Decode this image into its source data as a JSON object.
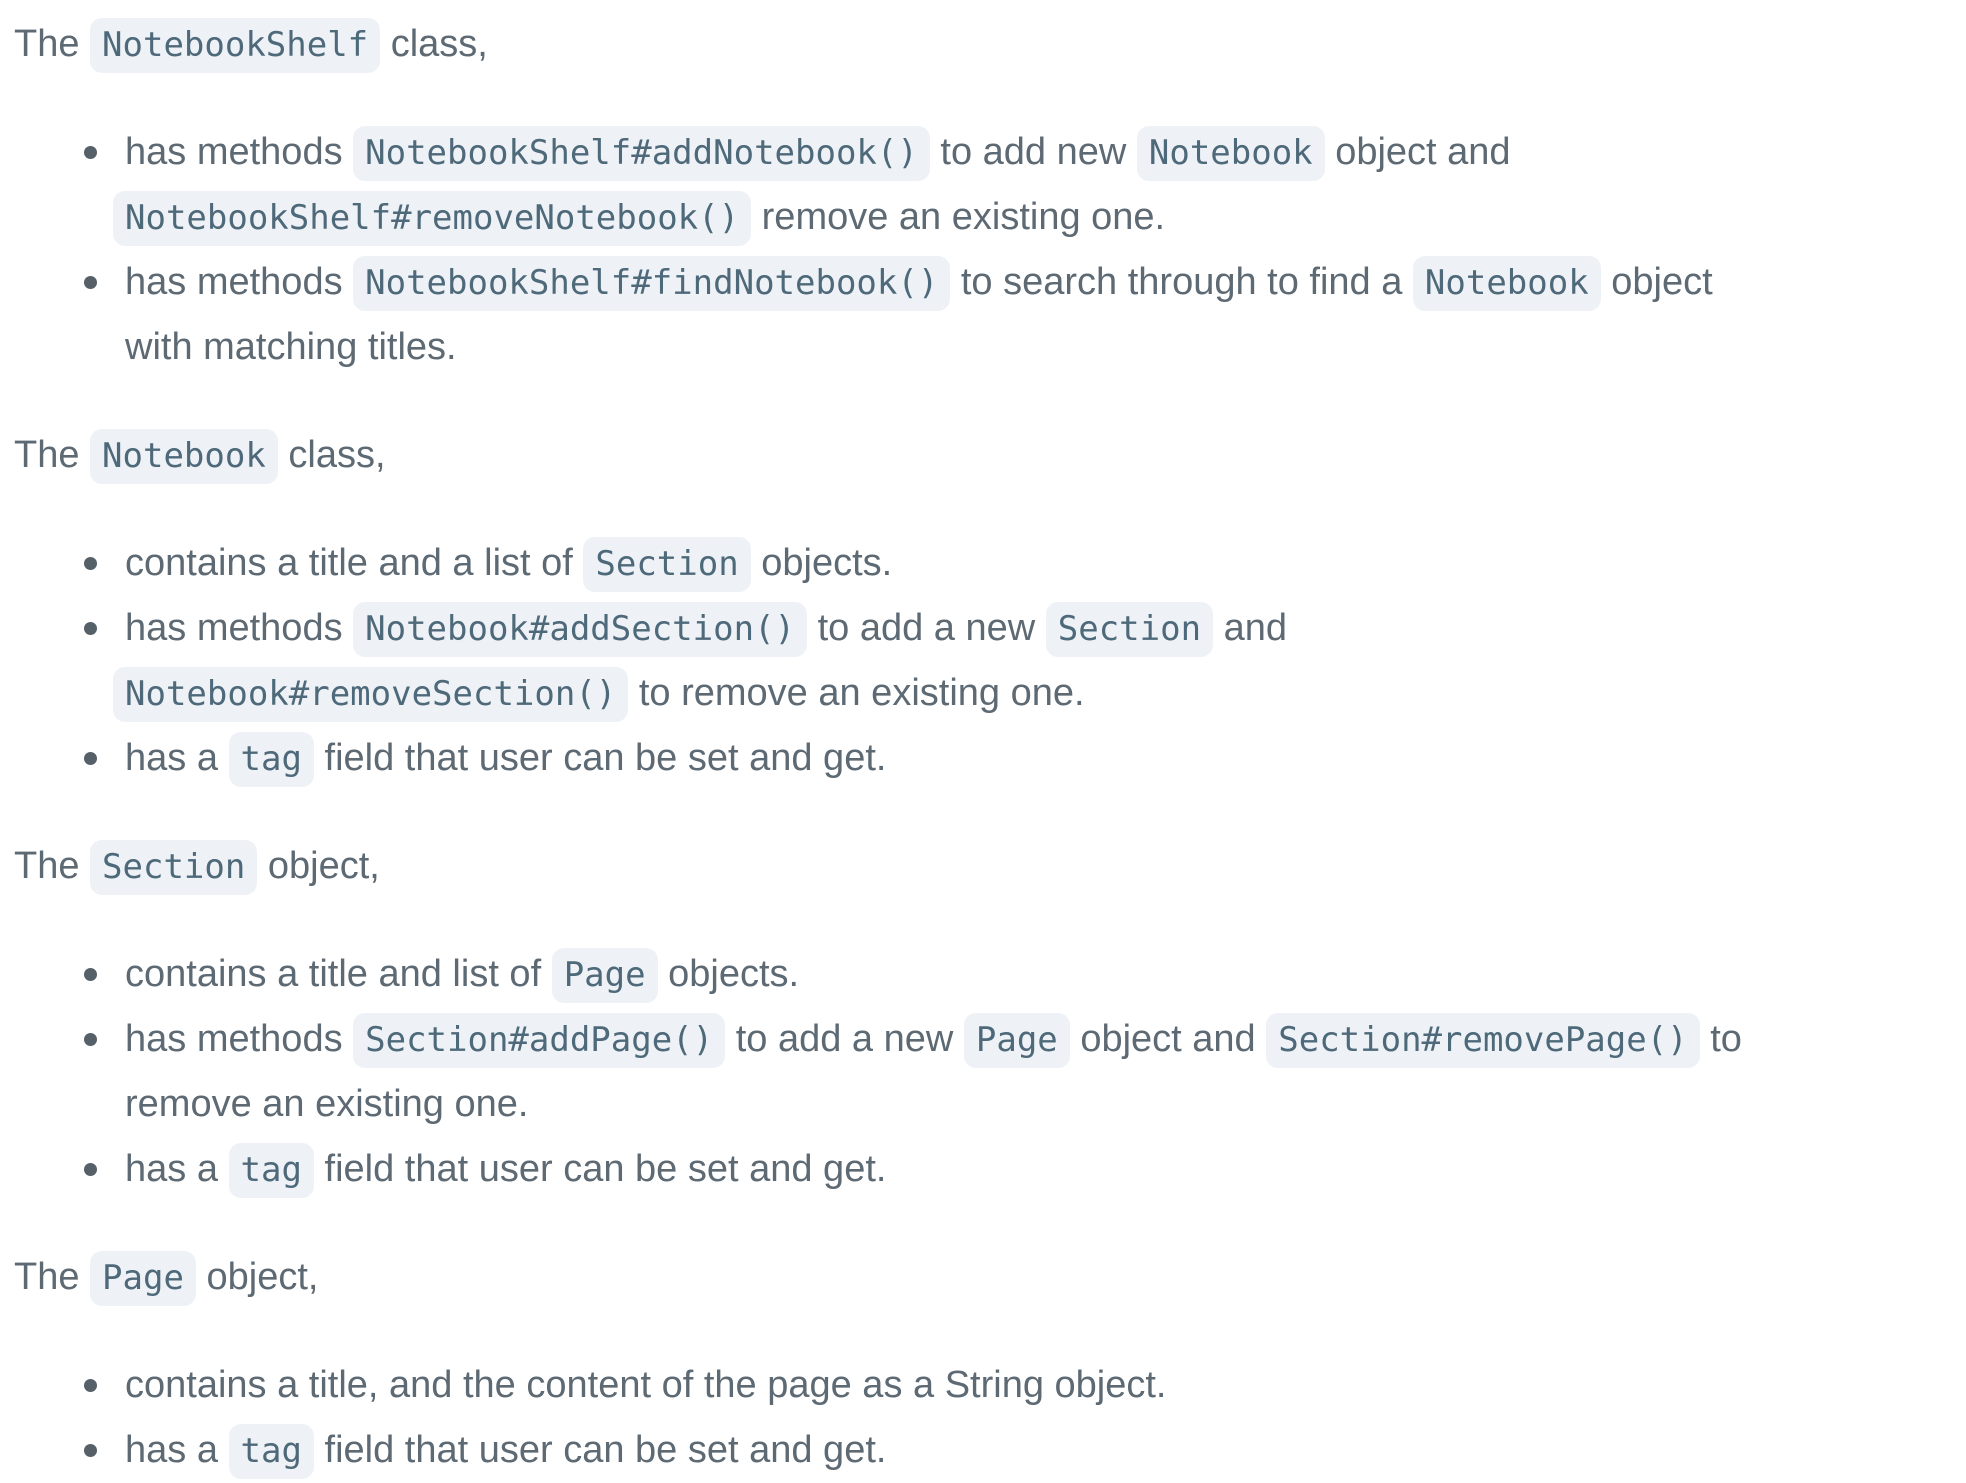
{
  "page": {
    "background": "#ffffff",
    "text_color": "#5d6973",
    "code_text_color": "#4e6979",
    "code_background": "#eef2f7",
    "bullet_color": "#566069",
    "blocks": [
      {
        "intro": [
          {
            "t": "text",
            "v": "The "
          },
          {
            "t": "code",
            "v": "NotebookShelf"
          },
          {
            "t": "text",
            "v": " class,"
          }
        ],
        "items": [
          {
            "lines": [
              [
                {
                  "t": "text",
                  "v": "has methods "
                },
                {
                  "t": "code",
                  "v": "NotebookShelf#addNotebook()"
                },
                {
                  "t": "text",
                  "v": " to add new "
                },
                {
                  "t": "code",
                  "v": "Notebook"
                },
                {
                  "t": "text",
                  "v": " object and"
                }
              ],
              [
                {
                  "t": "code",
                  "v": "NotebookShelf#removeNotebook()"
                },
                {
                  "t": "text",
                  "v": " remove an existing one."
                }
              ]
            ]
          },
          {
            "lines": [
              [
                {
                  "t": "text",
                  "v": "has methods "
                },
                {
                  "t": "code",
                  "v": "NotebookShelf#findNotebook()"
                },
                {
                  "t": "text",
                  "v": " to search through to find a "
                },
                {
                  "t": "code",
                  "v": "Notebook"
                },
                {
                  "t": "text",
                  "v": " object"
                }
              ],
              [
                {
                  "t": "text",
                  "v": "with matching titles."
                }
              ]
            ]
          }
        ]
      },
      {
        "intro": [
          {
            "t": "text",
            "v": "The "
          },
          {
            "t": "code",
            "v": "Notebook"
          },
          {
            "t": "text",
            "v": " class,"
          }
        ],
        "items": [
          {
            "lines": [
              [
                {
                  "t": "text",
                  "v": "contains a title and a list of "
                },
                {
                  "t": "code",
                  "v": "Section"
                },
                {
                  "t": "text",
                  "v": " objects."
                }
              ]
            ]
          },
          {
            "lines": [
              [
                {
                  "t": "text",
                  "v": "has methods "
                },
                {
                  "t": "code",
                  "v": "Notebook#addSection()"
                },
                {
                  "t": "text",
                  "v": " to add a new "
                },
                {
                  "t": "code",
                  "v": "Section"
                },
                {
                  "t": "text",
                  "v": " and"
                }
              ],
              [
                {
                  "t": "code",
                  "v": "Notebook#removeSection()"
                },
                {
                  "t": "text",
                  "v": " to remove an existing one."
                }
              ]
            ]
          },
          {
            "lines": [
              [
                {
                  "t": "text",
                  "v": "has a "
                },
                {
                  "t": "code",
                  "v": "tag"
                },
                {
                  "t": "text",
                  "v": " field that user can be set and get."
                }
              ]
            ]
          }
        ]
      },
      {
        "intro": [
          {
            "t": "text",
            "v": "The "
          },
          {
            "t": "code",
            "v": "Section"
          },
          {
            "t": "text",
            "v": " object,"
          }
        ],
        "items": [
          {
            "lines": [
              [
                {
                  "t": "text",
                  "v": "contains a title and list of "
                },
                {
                  "t": "code",
                  "v": "Page"
                },
                {
                  "t": "text",
                  "v": " objects."
                }
              ]
            ]
          },
          {
            "lines": [
              [
                {
                  "t": "text",
                  "v": "has methods "
                },
                {
                  "t": "code",
                  "v": "Section#addPage()"
                },
                {
                  "t": "text",
                  "v": " to add a new "
                },
                {
                  "t": "code",
                  "v": "Page"
                },
                {
                  "t": "text",
                  "v": " object and "
                },
                {
                  "t": "code",
                  "v": "Section#removePage()"
                },
                {
                  "t": "text",
                  "v": " to"
                }
              ],
              [
                {
                  "t": "text",
                  "v": "remove an existing one."
                }
              ]
            ]
          },
          {
            "lines": [
              [
                {
                  "t": "text",
                  "v": "has a "
                },
                {
                  "t": "code",
                  "v": "tag"
                },
                {
                  "t": "text",
                  "v": " field that user can be set and get."
                }
              ]
            ]
          }
        ]
      },
      {
        "intro": [
          {
            "t": "text",
            "v": "The "
          },
          {
            "t": "code",
            "v": "Page"
          },
          {
            "t": "text",
            "v": " object,"
          }
        ],
        "items": [
          {
            "lines": [
              [
                {
                  "t": "text",
                  "v": "contains a title, and the content of the page as a String object."
                }
              ]
            ]
          },
          {
            "lines": [
              [
                {
                  "t": "text",
                  "v": "has a "
                },
                {
                  "t": "code",
                  "v": "tag"
                },
                {
                  "t": "text",
                  "v": " field that user can be set and get."
                }
              ]
            ]
          }
        ]
      }
    ]
  }
}
